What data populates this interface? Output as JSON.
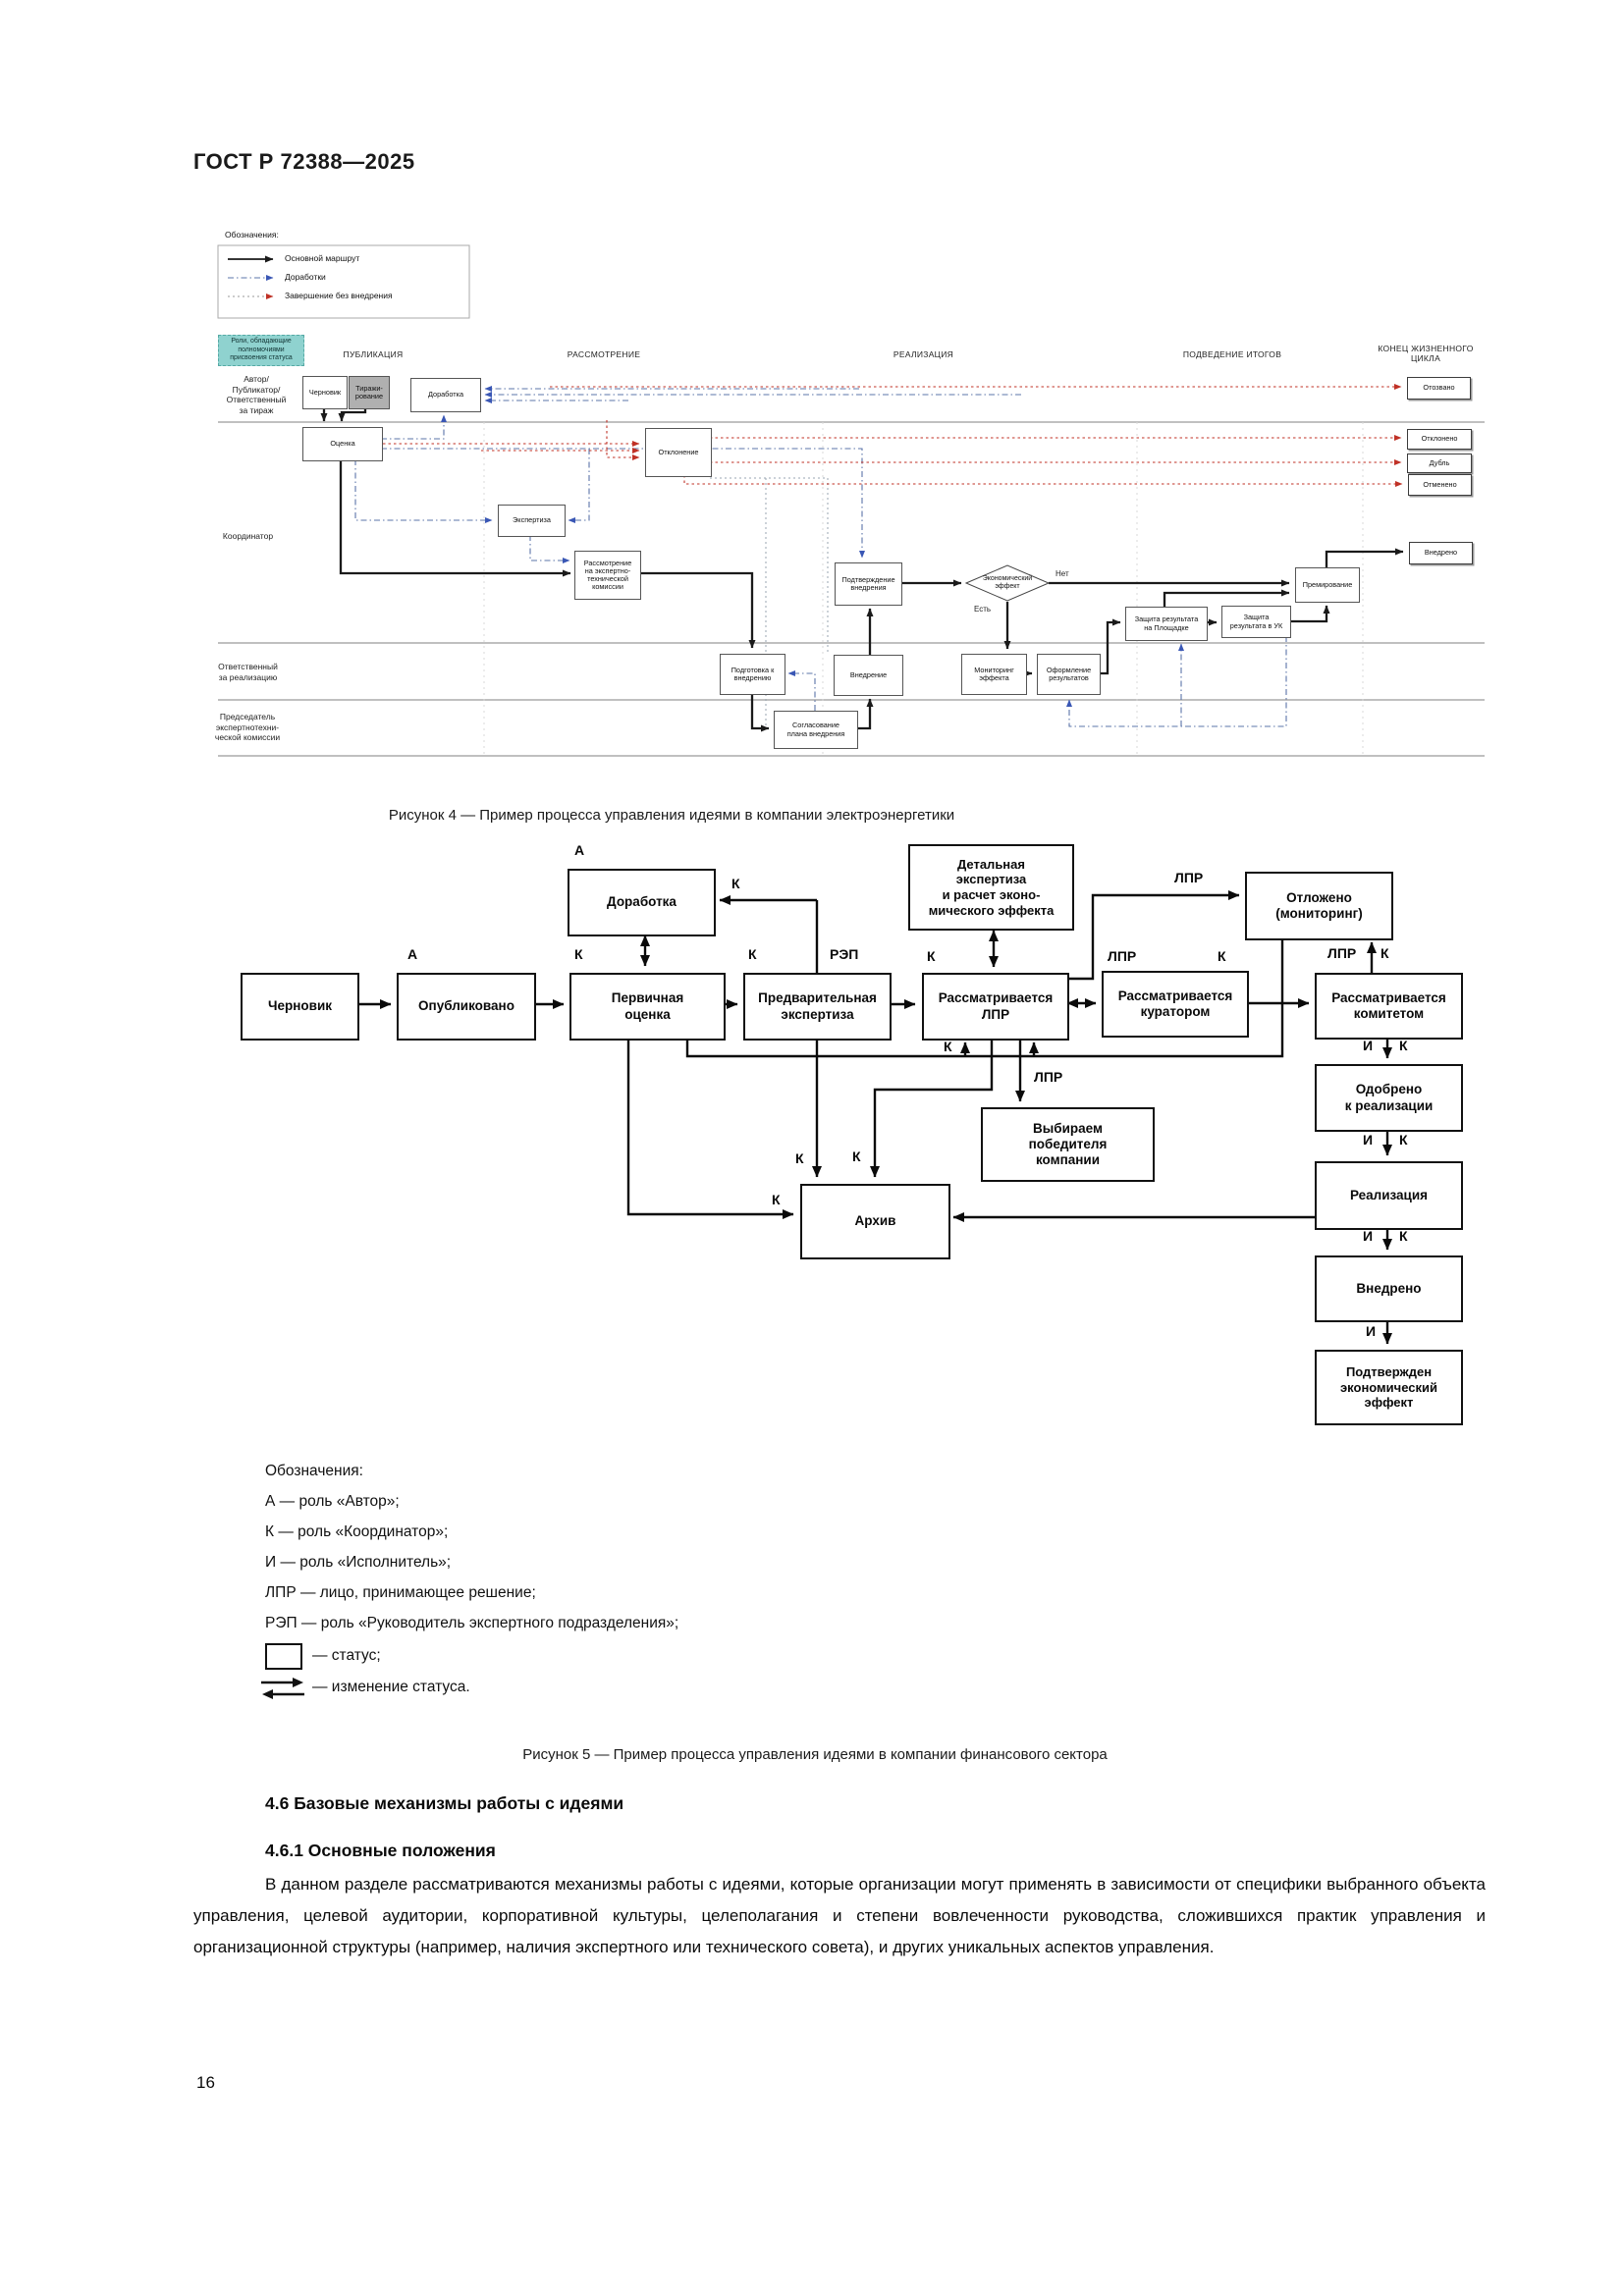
{
  "page": {
    "header": "ГОСТ Р 72388—2025",
    "page_number": "16"
  },
  "colors": {
    "role_highlight": "#8fd2cf",
    "main_route": "#1a1a1a",
    "rework_route": "#5b74a8",
    "no_impl_route": "#c03126"
  },
  "figure4": {
    "caption": "Рисунок 4 — Пример процесса управления идеями в компании электроэнергетики",
    "legend": {
      "title": "Обозначения:",
      "items": [
        {
          "label": "Основной маршрут",
          "style": "solid-black"
        },
        {
          "label": "Доработки",
          "style": "dashdot-blue"
        },
        {
          "label": "Завершение без внедрения",
          "style": "dotted-red"
        }
      ]
    },
    "roles_note": "Роли, обладающие\nполномочиями\nприсвоения статуса",
    "columns": [
      "ПУБЛИКАЦИЯ",
      "РАССМОТРЕНИЕ",
      "РЕАЛИЗАЦИЯ",
      "ПОДВЕДЕНИЕ ИТОГОВ",
      "КОНЕЦ ЖИЗНЕННОГО\nЦИКЛА"
    ],
    "rows": [
      "Автор/\nПубликатор/\nОтветственный\nза тираж",
      "Координатор",
      "Ответственный\nза реализацию",
      "Председатель\nэкспертнотехни-\nческой комиссии"
    ],
    "nodes": {
      "chernovik": "Черновик",
      "tirazh": "Тиражи-\nрование",
      "dorabotka": "Доработка",
      "ocenka": "Оценка",
      "expertiza": "Экспертиза",
      "rassmotrenie": "Рассмотрение\nна экспертно-\nтехнической\nкомиссии",
      "otklonenie": "Отклонение",
      "podgotovka": "Подготовка к\nвнедрению",
      "soglasovanie": "Согласование\nплана внедрения",
      "vnedrenie": "Внедрение",
      "podtverzhdenie": "Подтверждение\nвнедрения",
      "econ_effekt": "Экономический\nэффект",
      "monitoring": "Мониторинг\nэффекта",
      "oformlenie": "Оформление\nрезультатов",
      "zashchita_pl": "Защита результата\nна Площадке",
      "zashchita_uk": "Защита\nрезультата в УК",
      "premirovanie": "Премирование",
      "vnedreno": "Внедрено",
      "otozvano": "Отозвано",
      "otkloneno": "Отклонено",
      "dubl": "Дубль",
      "otmeneno": "Отменено"
    },
    "branch": {
      "no": "Нет",
      "yes": "Есть"
    }
  },
  "figure5": {
    "caption": "Рисунок 5 — Пример процесса управления идеями в компании финансового сектора",
    "nodes": {
      "chernovik": "Черновик",
      "opublikovano": "Опубликовано",
      "pervichnaya": "Первичная\nоценка",
      "predvaritelnaya": "Предварительная\nэкспертиза",
      "dorabotka": "Доработка",
      "detalnaya": "Детальная\nэкспертиза\nи расчет эконо-\nмического эффекта",
      "otlozheno": "Отложено\n(мониторинг)",
      "rassm_lpr": "Рассматривается\nЛПР",
      "rassm_kurator": "Рассматривается\nкуратором",
      "rassm_komitet": "Рассматривается\nкомитетом",
      "vybiraem": "Выбираем\nпобедителя\nкомпании",
      "arhiv": "Архив",
      "odobreno": "Одобрено\nк реализации",
      "realizaciya": "Реализация",
      "vnedreno": "Внедрено",
      "podtverzhden": "Подтвержден\nэкономический\nэффект"
    },
    "roles": {
      "a": "А",
      "k": "К",
      "i": "И",
      "lpr": "ЛПР",
      "rep": "РЭП"
    }
  },
  "legend5": {
    "title": "Обозначения:",
    "items": [
      "А — роль «Автор»;",
      "К — роль «Координатор»;",
      "И — роль «Исполнитель»;",
      "ЛПР — лицо, принимающее решение;",
      "РЭП — роль «Руководитель экспертного подразделения»;"
    ],
    "status_label": "— статус;",
    "change_label": "— изменение статуса."
  },
  "section": {
    "heading": "4.6 Базовые механизмы работы с идеями",
    "subheading": "4.6.1 Основные положения",
    "paragraph": "В данном разделе рассматриваются механизмы работы с идеями, которые организации могут применять в зависимости от специфики выбранного объекта управления, целевой аудитории, корпоративной культуры, целеполагания и степени вовлеченности руководства, сложившихся практик управления и организационной структуры (например, наличия экспертного или технического совета), и других уникальных аспектов управления."
  }
}
